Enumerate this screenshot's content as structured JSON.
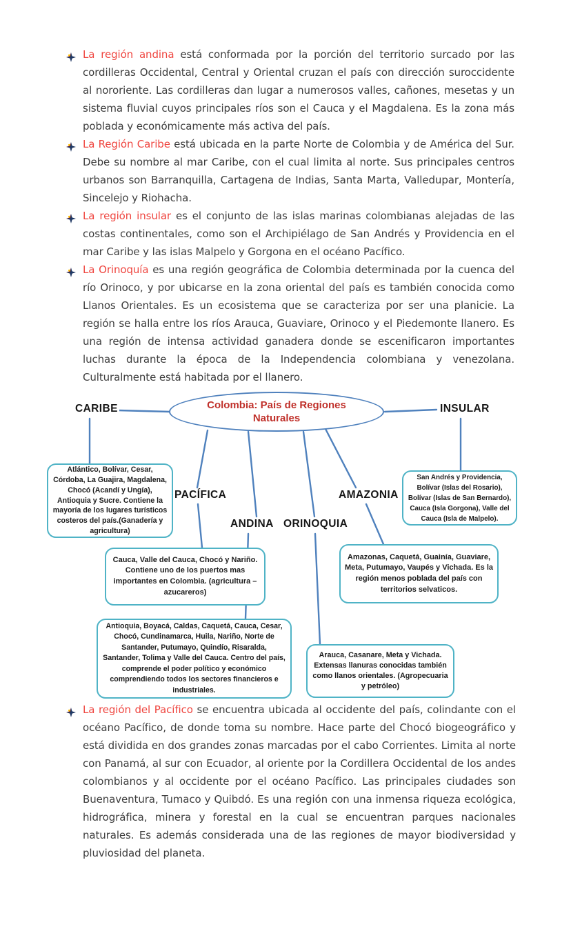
{
  "colors": {
    "accent-blue": "#4f81bd",
    "box-teal": "#4fb3c6",
    "title-red": "#c0312b",
    "label-red": "#ef453f",
    "body-text": "#3d3d3d",
    "diagram-text": "#1c1c1c"
  },
  "document": {
    "paragraphs": [
      {
        "label": "La región andina",
        "text": " está conformada por la porción del territorio surcado por las cordilleras Occidental, Central y Oriental cruzan el país con dirección suroccidente al nororiente. Las cordilleras dan lugar a numerosos valles, cañones, mesetas y un sistema fluvial cuyos principales ríos son el Cauca y el Magdalena. Es la zona más poblada y económicamente más activa del país."
      },
      {
        "label": "La Región Caribe",
        "text": " está ubicada en la parte Norte de Colombia y de América del Sur. Debe su nombre al mar Caribe, con el cual limita al norte. Sus principales centros urbanos son Barranquilla, Cartagena de Indias, Santa Marta, Valledupar, Montería, Sincelejo y Riohacha."
      },
      {
        "label": "La región insular",
        "text": " es el conjunto de las islas marinas colombianas alejadas de las costas continentales, como son el Archipiélago de San Andrés y Providencia en el mar Caribe y las islas Malpelo y Gorgona en el océano Pacífico."
      },
      {
        "label": "La Orinoquía",
        "text": " es una región geográfica de Colombia determinada por la cuenca del río Orinoco, y por ubicarse en la zona oriental del país es también conocida como Llanos Orientales. Es un ecosistema que se caracteriza por ser una planicie. La región se halla entre los ríos Arauca, Guaviare, Orinoco y el Piedemonte llanero. Es una región de intensa actividad ganadera donde se escenificaron importantes luchas durante la época de la Independencia colombiana y venezolana. Culturalmente está habitada por el llanero."
      }
    ],
    "closing_paragraph": {
      "label": "La región del Pacífico",
      "text": " se encuentra ubicada al occidente del país, colindante con el océano Pacífico, de donde toma su nombre. Hace parte del Chocó biogeográfico y está dividida en dos grandes zonas marcadas por el cabo Corrientes. Limita al norte con Panamá, al sur con Ecuador, al oriente por la Cordillera Occidental de los andes colombianos y al occidente por el océano Pacífico. Las principales ciudades son Buenaventura, Tumaco y Quibdó. Es una región con una inmensa riqueza ecológica, hidrográfica, minera y forestal en la cual se encuentran parques nacionales naturales. Es además considerada una de las regiones de mayor biodiversidad y pluviosidad del planeta."
    }
  },
  "diagram": {
    "title": "Colombia: País de Regiones Naturales",
    "nodes": {
      "caribe": {
        "label": "CARIBE",
        "box": "Atlántico, Bolívar, Cesar, Córdoba, La Guajira, Magdalena, Chocó (Acandí y Ungía), Antioquia y Sucre. Contiene la mayoría de los lugares turísticos costeros del país.(Ganadería y agricultura)"
      },
      "insular": {
        "label": "INSULAR",
        "box": "San Andrés y Providencia, Bolívar (Islas del Rosario), Bolívar (Islas de San Bernardo), Cauca (Isla Gorgona), Valle del Cauca (Isla de Malpelo)."
      },
      "pacifica": {
        "label": "PACÍFICA",
        "box": "Cauca, Valle del Cauca, Chocó y Nariño. Contiene uno de los puertos mas importantes en Colombia. (agricultura – azucareros)"
      },
      "amazonia": {
        "label": "AMAZONIA",
        "box": "Amazonas, Caquetá, Guainía, Guaviare, Meta, Putumayo, Vaupés y Vichada. Es la región menos poblada del país con territorios selvaticos."
      },
      "andina": {
        "label": "ANDINA",
        "box": "Antioquia, Boyacá, Caldas, Caquetá, Cauca, Cesar, Chocó, Cundinamarca, Huila, Nariño, Norte de Santander, Putumayo, Quindío, Risaralda, Santander, Tolima y Valle del Cauca. Centro del país, comprende el poder político y económico comprendiendo todos los sectores financieros e industriales."
      },
      "orinoquia": {
        "label": "ORINOQUIA",
        "box": "Arauca, Casanare, Meta y Vichada. Extensas llanuras conocidas también como llanos orientales. (Agropecuaria y petróleo)"
      }
    }
  }
}
